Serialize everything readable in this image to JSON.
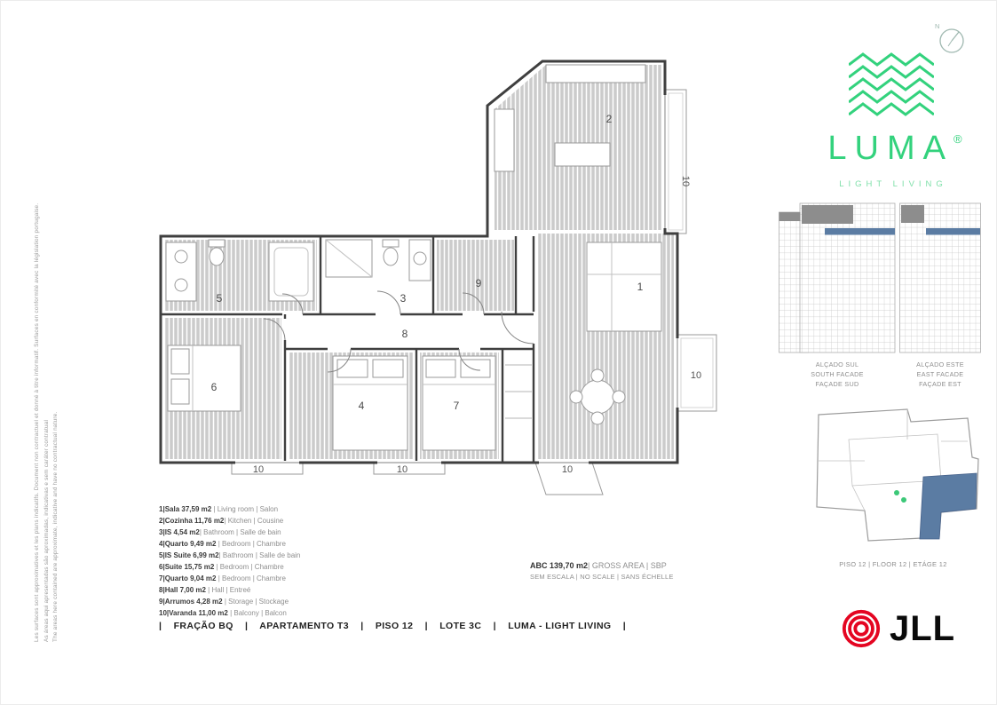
{
  "colors": {
    "brand_green": "#33d27d",
    "tagline_green": "#7fdfa9",
    "facade_highlight_blue": "#5b7ca3",
    "jll_red": "#e40521"
  },
  "disclaimer": {
    "fr": "Les surfaces sont approximatives et les plans indicatifs. Document non contractuel et donné à titre informatif. Surfaces en conformité avec la législation portugaise.",
    "pt": "As áreas aqui apresentadas são aproximadas, indicativas e sem caráter contratual",
    "en": "The areas here contained are approximate, indicative and have no contractual nature."
  },
  "plan": {
    "rooms": {
      "living": "1",
      "kitchen": "2",
      "bathroom": "3",
      "bedroom1": "4",
      "suite_bath": "5",
      "suite": "6",
      "bedroom2": "7",
      "hall": "8",
      "storage": "9"
    },
    "balcony": "10"
  },
  "legend": {
    "items": [
      {
        "b": "1|Sala 37,59 m2 ",
        "r": "| Living room | Salon"
      },
      {
        "b": "2|Cozinha 11,76 m2",
        "r": "| Kitchen | Cousine"
      },
      {
        "b": "3|IS 4,54 m2",
        "r": "| Bathroom | Salle de bain"
      },
      {
        "b": "4|Quarto 9,49 m2 ",
        "r": "| Bedroom | Chambre"
      },
      {
        "b": "5|IS Suite 6,99 m2",
        "r": "| Bathroom | Salle de bain"
      },
      {
        "b": "6|Suite 15,75 m2 ",
        "r": "| Bedroom | Chambre"
      },
      {
        "b": "7|Quarto 9,04 m2 ",
        "r": "| Bedroom | Chambre"
      },
      {
        "b": "8|Hall 7,00 m2 ",
        "r": "| Hall | Entreé"
      },
      {
        "b": "9|Arrumos 4,28 m2 ",
        "r": "| Storage | Stockage"
      },
      {
        "b": "10|Varanda 11,00 m2 ",
        "r": "| Balcony | Balcon"
      }
    ]
  },
  "area": {
    "bold": "ABC 139,70 m2",
    "rest": "| GROSS AREA | SBP",
    "scale": "SEM ESCALA | NO SCALE | SANS ÉCHELLE"
  },
  "footer": "|    FRAÇÃO BQ    |    APARTAMENTO T3    |    PISO 12    |    LOTE 3C    |    LUMA - LIGHT LIVING    |",
  "brand": {
    "name": "LUMA",
    "reg": "®",
    "tagline": "LIGHT LIVING"
  },
  "compass": {
    "n": "N"
  },
  "facades": {
    "south": {
      "l1": "ALÇADO SUL",
      "l2": "SOUTH FACADE",
      "l3": "FAÇADE SUD"
    },
    "east": {
      "l1": "ALÇADO ESTE",
      "l2": "EAST FACADE",
      "l3": "FAÇADE EST"
    }
  },
  "floor_info": "PISO 12 | FLOOR 12 | ETÁGE 12",
  "jll": "JLL"
}
